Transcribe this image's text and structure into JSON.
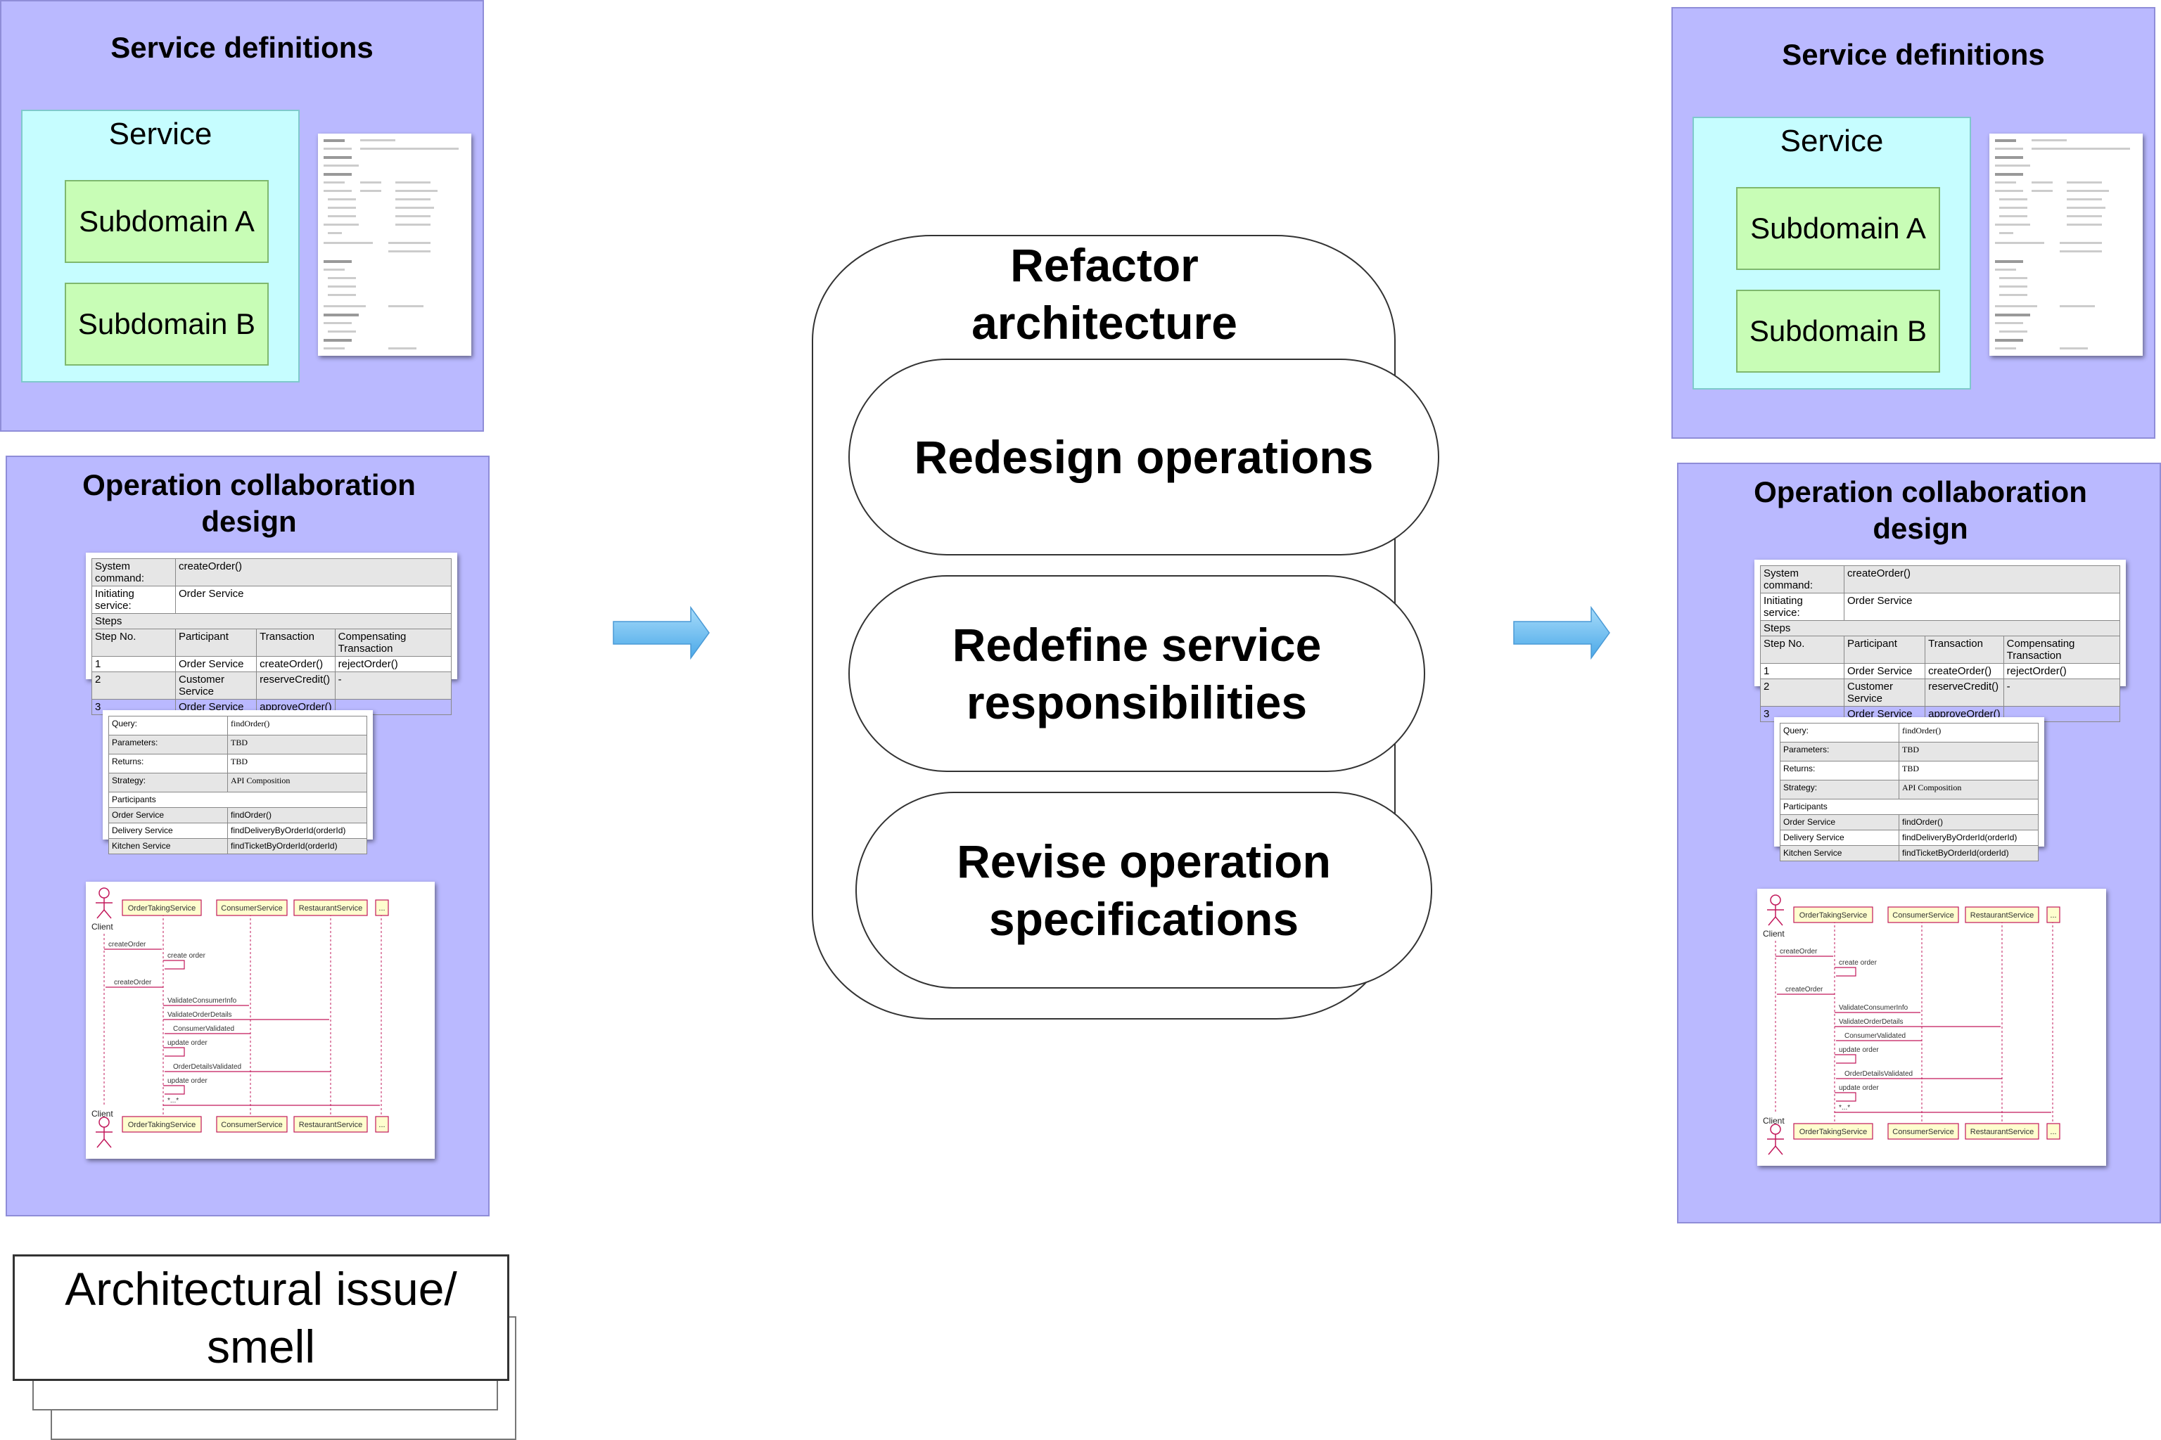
{
  "refactor": {
    "title": "Refactor architecture",
    "steps": [
      "Redesign operations",
      "Redefine service responsibilities",
      "Revise operation specifications"
    ]
  },
  "issue": {
    "label": "Architectural issue/ smell"
  },
  "before": {
    "service_definitions": {
      "title": "Service definitions",
      "service_label": "Service",
      "subdomains": [
        "Subdomain A",
        "Subdomain B"
      ]
    },
    "operation_design": {
      "title": "Operation collaboration design",
      "saga_table": {
        "rows": [
          [
            "System command:",
            "createOrder()"
          ],
          [
            "Initiating service:",
            "Order Service"
          ],
          [
            "Steps"
          ]
        ],
        "headers": [
          "Step No.",
          "Participant",
          "Transaction",
          "Compensating Transaction"
        ],
        "steps": [
          [
            "1",
            "Order Service",
            "createOrder()",
            "rejectOrder()"
          ],
          [
            "2",
            "Customer Service",
            "reserveCredit()",
            "-"
          ],
          [
            "3",
            "Order Service",
            "approveOrder()",
            ""
          ]
        ]
      },
      "query_table": {
        "rows": [
          [
            "Query:",
            "findOrder()"
          ],
          [
            "Parameters:",
            "TBD"
          ],
          [
            "Returns:",
            "TBD"
          ],
          [
            "Strategy:",
            "API Composition"
          ]
        ],
        "participants_label": "Participants",
        "participants": [
          [
            "Order Service",
            "findOrder()"
          ],
          [
            "Delivery Service",
            "findDeliveryByOrderId(orderId)"
          ],
          [
            "Kitchen Service",
            "findTicketByOrderId(orderId)"
          ]
        ]
      },
      "sequence": {
        "actor": "Client",
        "participants": [
          "OrderTakingService",
          "ConsumerService",
          "RestaurantService",
          "..."
        ],
        "messages": [
          "createOrder",
          "create order",
          "createOrder",
          "ValidateConsumerInfo",
          "ValidateOrderDetails",
          "ConsumerValidated",
          "update order",
          "OrderDetailsValidated",
          "update order",
          "*...*"
        ]
      }
    }
  },
  "after": {
    "service_definitions": {
      "title": "Service definitions",
      "service_label": "Service",
      "subdomains": [
        "Subdomain A",
        "Subdomain B"
      ]
    },
    "operation_design": {
      "title": "Operation collaboration design",
      "saga_table": {
        "rows": [
          [
            "System command:",
            "createOrder()"
          ],
          [
            "Initiating service:",
            "Order Service"
          ],
          [
            "Steps"
          ]
        ],
        "headers": [
          "Step No.",
          "Participant",
          "Transaction",
          "Compensating Transaction"
        ],
        "steps": [
          [
            "1",
            "Order Service",
            "createOrder()",
            "rejectOrder()"
          ],
          [
            "2",
            "Customer Service",
            "reserveCredit()",
            "-"
          ],
          [
            "3",
            "Order Service",
            "approveOrder()",
            ""
          ]
        ]
      },
      "query_table": {
        "rows": [
          [
            "Query:",
            "findOrder()"
          ],
          [
            "Parameters:",
            "TBD"
          ],
          [
            "Returns:",
            "TBD"
          ],
          [
            "Strategy:",
            "API Composition"
          ]
        ],
        "participants_label": "Participants",
        "participants": [
          [
            "Order Service",
            "findOrder()"
          ],
          [
            "Delivery Service",
            "findDeliveryByOrderId(orderId)"
          ],
          [
            "Kitchen Service",
            "findTicketByOrderId(orderId)"
          ]
        ]
      },
      "sequence": {
        "actor": "Client",
        "participants": [
          "OrderTakingService",
          "ConsumerService",
          "RestaurantService",
          "..."
        ],
        "messages": [
          "createOrder",
          "create order",
          "createOrder",
          "ValidateConsumerInfo",
          "ValidateOrderDetails",
          "ConsumerValidated",
          "update order",
          "OrderDetailsValidated",
          "update order",
          "*...*"
        ]
      }
    }
  },
  "colors": {
    "panel": "#bab9ff",
    "service": "#c6fdff",
    "subdomain": "#c8fdb6",
    "arrow": "#6fc0f0",
    "sequence_line": "#c2185b",
    "sequence_box": "#fefece"
  }
}
